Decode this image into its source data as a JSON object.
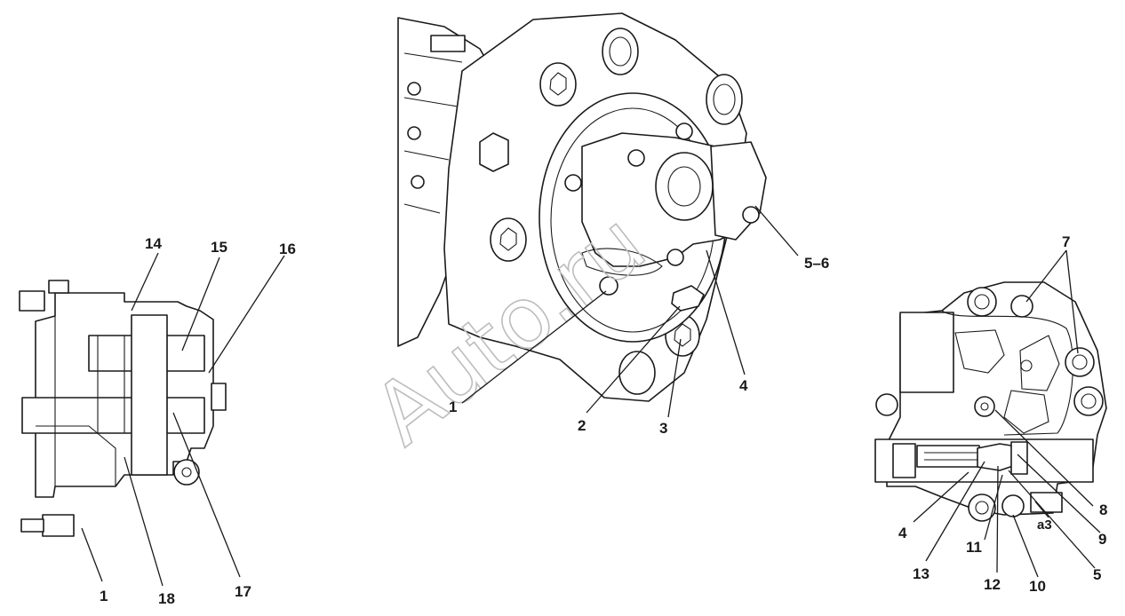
{
  "watermark": "Auto.ru",
  "left_view": {
    "callouts": {
      "c14": "14",
      "c15": "15",
      "c16": "16",
      "c1": "1",
      "c18": "18",
      "c17": "17"
    }
  },
  "center_view": {
    "callouts": {
      "c56": "5–6",
      "c4": "4",
      "c1": "1",
      "c2": "2",
      "c3": "3"
    }
  },
  "right_view": {
    "callouts": {
      "c7": "7",
      "c8": "8",
      "c9": "9",
      "ca3": "а3",
      "c5": "5",
      "c4": "4",
      "c11": "11",
      "c13": "13",
      "c12": "12",
      "c10": "10"
    }
  }
}
